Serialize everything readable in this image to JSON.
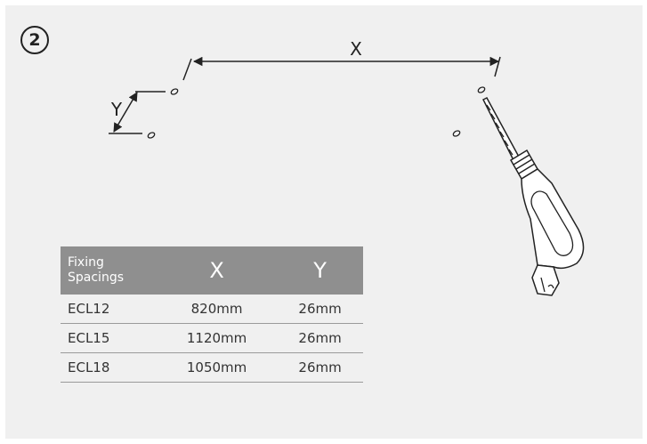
{
  "step": {
    "number": "2"
  },
  "diagram": {
    "x_label": "X",
    "y_label": "Y"
  },
  "table": {
    "header_label_line1": "Fixing",
    "header_label_line2": "Spacings",
    "col_x": "X",
    "col_y": "Y",
    "rows": [
      {
        "model": "ECL12",
        "x": "820mm",
        "y": "26mm"
      },
      {
        "model": "ECL15",
        "x": "1120mm",
        "y": "26mm"
      },
      {
        "model": "ECL18",
        "x": "1050mm",
        "y": "26mm"
      }
    ]
  }
}
